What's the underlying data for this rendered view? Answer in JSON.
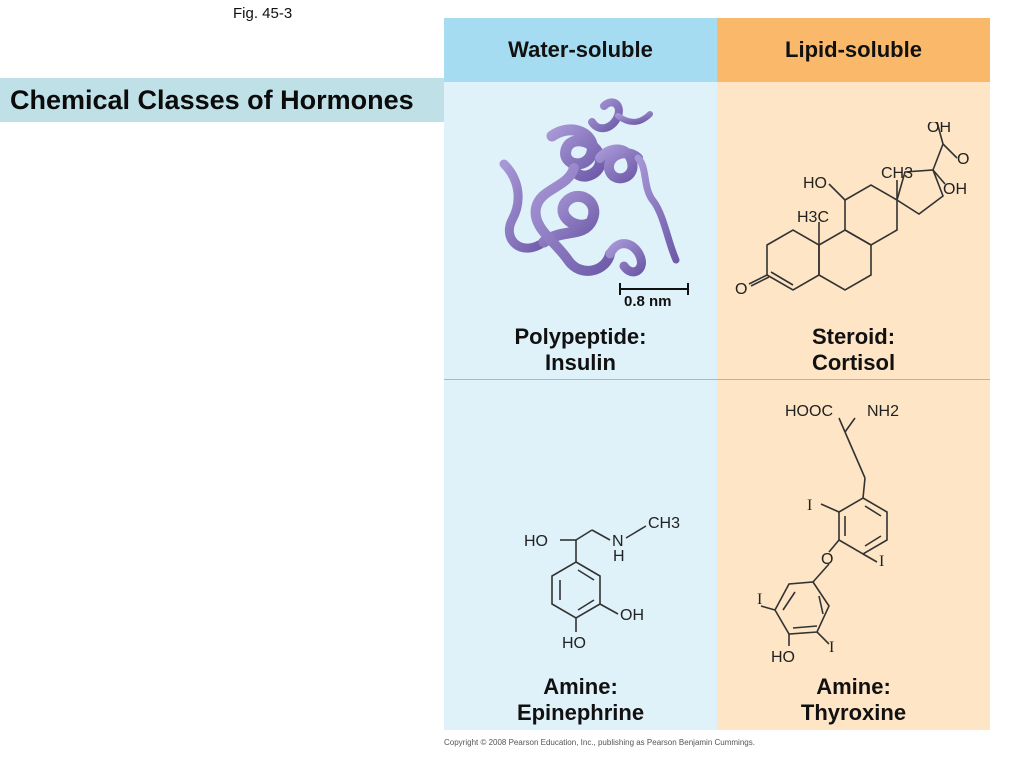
{
  "fig_label": "Fig. 45-3",
  "title": "Chemical Classes of Hormones",
  "columns": {
    "water": "Water-soluble",
    "lipid": "Lipid-soluble"
  },
  "cells": {
    "insulin": {
      "line1": "Polypeptide:",
      "line2": "Insulin",
      "scale_label": "0.8 nm"
    },
    "cortisol": {
      "line1": "Steroid:",
      "line2": "Cortisol",
      "atoms": {
        "oh_top": "OH",
        "ch3": "CH3",
        "o_ketone": "O",
        "oh_side": "OH",
        "ho": "HO",
        "h3c": "H3C",
        "o_ring": "O"
      }
    },
    "epinephrine": {
      "line1": "Amine:",
      "line2": "Epinephrine",
      "atoms": {
        "ch3": "CH3",
        "ho_chain": "HO",
        "n": "N",
        "h": "H",
        "oh_ring": "OH",
        "ho_ring": "HO"
      }
    },
    "thyroxine": {
      "line1": "Amine:",
      "line2": "Thyroxine",
      "atoms": {
        "hooc": "HOOC",
        "nh2": "NH2",
        "i1": "I",
        "i2": "I",
        "o": "O",
        "i3": "I",
        "i4": "I",
        "ho": "HO"
      }
    }
  },
  "copyright": "Copyright © 2008 Pearson Education, Inc., publishing as Pearson Benjamin Cummings.",
  "colors": {
    "water_header": "#a6dcf1",
    "water_bg": "#dff1f9",
    "lipid_header": "#f9b86a",
    "lipid_bg": "#fde5c6",
    "title_bg": "#bfe0e6",
    "ribbon": "#8b78c0"
  }
}
